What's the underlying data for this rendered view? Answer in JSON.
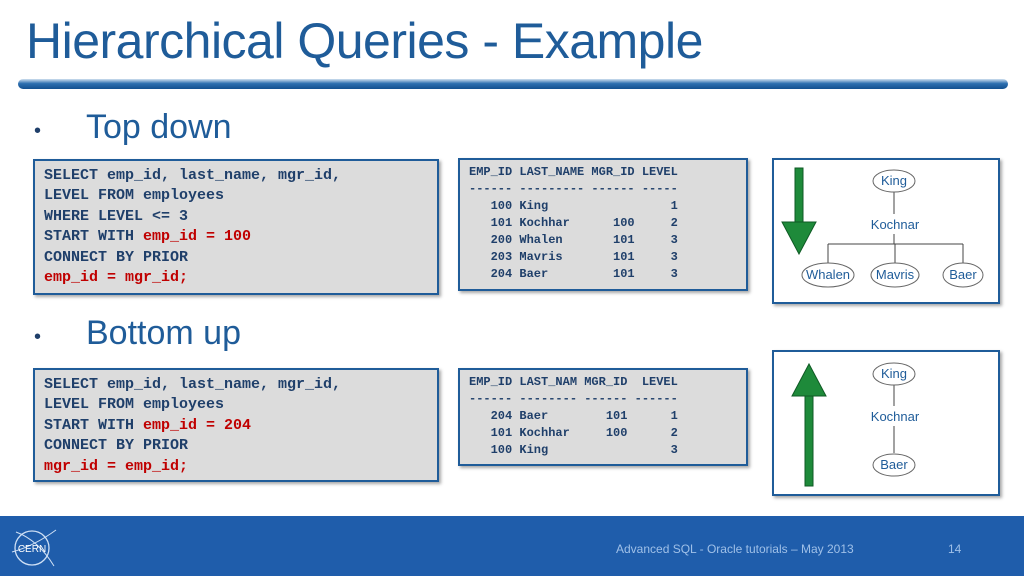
{
  "title": "Hierarchical Queries - Example",
  "sections": [
    {
      "bullet": "Top down",
      "sql": [
        [
          {
            "t": "SELECT emp_id, last_name, mgr_id,",
            "red": false
          }
        ],
        [
          {
            "t": "LEVEL FROM employees",
            "red": false
          }
        ],
        [
          {
            "t": "WHERE LEVEL <= 3",
            "red": false
          }
        ],
        [
          {
            "t": "START WITH ",
            "red": false
          },
          {
            "t": "emp_id = 100",
            "red": true
          }
        ],
        [
          {
            "t": "CONNECT BY PRIOR",
            "red": false
          }
        ],
        [
          {
            "t": "emp_id = mgr_id;",
            "red": true
          }
        ]
      ],
      "result": [
        "EMP_ID LAST_NAME MGR_ID LEVEL",
        "------ --------- ------ -----",
        "   100 King                 1",
        "   101 Kochhar      100     2",
        "   200 Whalen       101     3",
        "   203 Mavris       101     3",
        "   204 Baer         101     3"
      ],
      "arrow_direction": "down",
      "tree": {
        "nodes": [
          "King",
          "Kochnar",
          "Whalen",
          "Mavris",
          "Baer"
        ]
      }
    },
    {
      "bullet": "Bottom up",
      "sql": [
        [
          {
            "t": "SELECT emp_id, last_name, mgr_id,",
            "red": false
          }
        ],
        [
          {
            "t": "LEVEL FROM employees",
            "red": false
          }
        ],
        [
          {
            "t": "START WITH ",
            "red": false
          },
          {
            "t": "emp_id = 204",
            "red": true
          }
        ],
        [
          {
            "t": "CONNECT BY PRIOR",
            "red": false
          }
        ],
        [
          {
            "t": "mgr_id = emp_id;",
            "red": true
          }
        ]
      ],
      "result": [
        "EMP_ID LAST_NAM MGR_ID  LEVEL",
        "------ -------- ------ ------",
        "   204 Baer        101      1",
        "   101 Kochhar     100      2",
        "   100 King                 3"
      ],
      "arrow_direction": "up",
      "tree": {
        "nodes": [
          "King",
          "Kochnar",
          "Baer"
        ]
      }
    }
  ],
  "footer": {
    "logo_text": "CERN",
    "text": "Advanced SQL - Oracle tutorials – May 2013",
    "page": "14"
  },
  "colors": {
    "accent": "#1f5c99",
    "code_red": "#c00000",
    "arrow_green": "#1e8a3a",
    "footer_bg": "#1f5dab"
  }
}
